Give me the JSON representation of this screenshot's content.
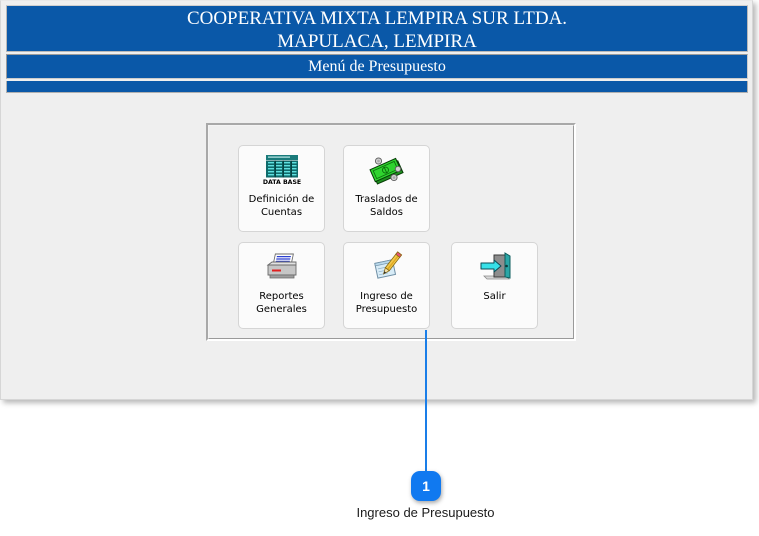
{
  "window": {
    "header": {
      "line1": "COOPERATIVA MIXTA LEMPIRA SUR LTDA.",
      "line2": "MAPULACA, LEMPIRA"
    },
    "subtitle": "Menú de Presupuesto"
  },
  "menu": {
    "buttons": [
      {
        "id": "definicion",
        "label": "Definición de\nCuentas",
        "icon": "database-icon",
        "icon_caption": "DATA BASE"
      },
      {
        "id": "traslados",
        "label": "Traslados de\nSaldos",
        "icon": "money-icon"
      },
      {
        "id": "reportes",
        "label": "Reportes\nGenerales",
        "icon": "printer-icon"
      },
      {
        "id": "ingreso",
        "label": "Ingreso de\nPresupuesto",
        "icon": "notepad-pencil-icon"
      },
      {
        "id": "salir",
        "label": "Salir",
        "icon": "exit-door-icon"
      }
    ]
  },
  "annotation": {
    "badge_number": "1",
    "caption": "Ingreso de Presupuesto"
  },
  "colors": {
    "header_blue": "#0a58a8",
    "annotation_blue": "#1079f0",
    "client_background": "#efefef",
    "button_face": "#fbfbfb"
  }
}
